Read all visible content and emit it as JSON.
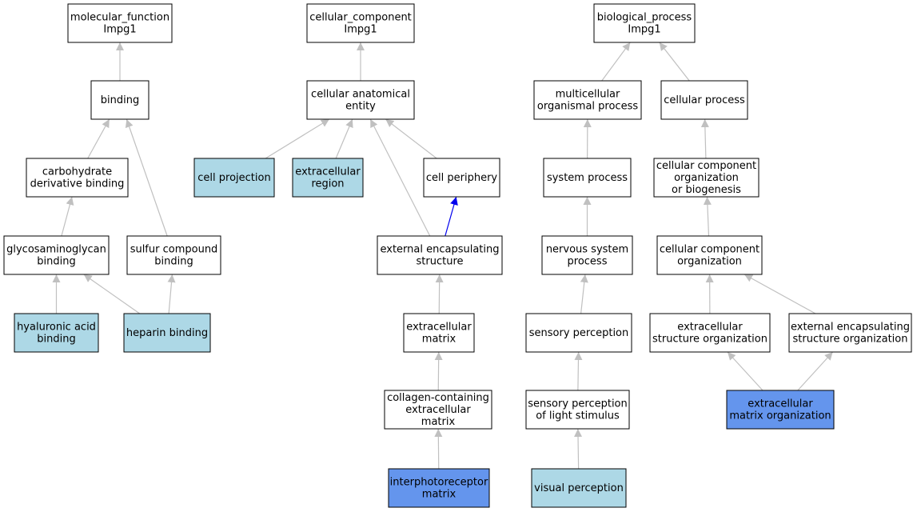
{
  "colors": {
    "plain": "#ffffff",
    "annotated": "#add8e6",
    "focus": "#6495ed",
    "edge_default": "#c0c0c0",
    "edge_highlight": "#0000ee"
  },
  "nodes": [
    {
      "id": "mf",
      "lines": [
        "molecular_function",
        "Impg1"
      ],
      "fill": "plain"
    },
    {
      "id": "binding",
      "lines": [
        "binding"
      ],
      "fill": "plain"
    },
    {
      "id": "carb",
      "lines": [
        "carbohydrate",
        "derivative binding"
      ],
      "fill": "plain"
    },
    {
      "id": "gag",
      "lines": [
        "glycosaminoglycan",
        "binding"
      ],
      "fill": "plain"
    },
    {
      "id": "sulfur",
      "lines": [
        "sulfur compound",
        "binding"
      ],
      "fill": "plain"
    },
    {
      "id": "hyal",
      "lines": [
        "hyaluronic acid",
        "binding"
      ],
      "fill": "annotated"
    },
    {
      "id": "heparin",
      "lines": [
        "heparin binding"
      ],
      "fill": "annotated"
    },
    {
      "id": "cc",
      "lines": [
        "cellular_component",
        "Impg1"
      ],
      "fill": "plain"
    },
    {
      "id": "cae",
      "lines": [
        "cellular anatomical",
        "entity"
      ],
      "fill": "plain"
    },
    {
      "id": "cellproj",
      "lines": [
        "cell projection"
      ],
      "fill": "annotated"
    },
    {
      "id": "ecr",
      "lines": [
        "extracellular",
        "region"
      ],
      "fill": "annotated"
    },
    {
      "id": "cellper",
      "lines": [
        "cell periphery"
      ],
      "fill": "plain"
    },
    {
      "id": "ext_enc",
      "lines": [
        "external encapsulating",
        "structure"
      ],
      "fill": "plain"
    },
    {
      "id": "ecm",
      "lines": [
        "extracellular",
        "matrix"
      ],
      "fill": "plain"
    },
    {
      "id": "coll",
      "lines": [
        "collagen-containing",
        "extracellular",
        "matrix"
      ],
      "fill": "plain"
    },
    {
      "id": "ipm",
      "lines": [
        "interphotoreceptor",
        "matrix"
      ],
      "fill": "focus"
    },
    {
      "id": "bp",
      "lines": [
        "biological_process",
        "Impg1"
      ],
      "fill": "plain"
    },
    {
      "id": "mop",
      "lines": [
        "multicellular",
        "organismal process"
      ],
      "fill": "plain"
    },
    {
      "id": "cp",
      "lines": [
        "cellular process"
      ],
      "fill": "plain"
    },
    {
      "id": "sysp",
      "lines": [
        "system process"
      ],
      "fill": "plain"
    },
    {
      "id": "ccob",
      "lines": [
        "cellular component",
        "organization",
        "or biogenesis"
      ],
      "fill": "plain"
    },
    {
      "id": "nsp",
      "lines": [
        "nervous system",
        "process"
      ],
      "fill": "plain"
    },
    {
      "id": "cco",
      "lines": [
        "cellular component",
        "organization"
      ],
      "fill": "plain"
    },
    {
      "id": "sensp",
      "lines": [
        "sensory perception"
      ],
      "fill": "plain"
    },
    {
      "id": "ecso",
      "lines": [
        "extracellular",
        "structure organization"
      ],
      "fill": "plain"
    },
    {
      "id": "eeso",
      "lines": [
        "external encapsulating",
        "structure organization"
      ],
      "fill": "plain"
    },
    {
      "id": "splight",
      "lines": [
        "sensory perception",
        "of light stimulus"
      ],
      "fill": "plain"
    },
    {
      "id": "ecmo",
      "lines": [
        "extracellular",
        "matrix organization"
      ],
      "fill": "focus"
    },
    {
      "id": "visp",
      "lines": [
        "visual perception"
      ],
      "fill": "annotated"
    }
  ],
  "edges": [
    {
      "from": "binding",
      "to": "mf"
    },
    {
      "from": "carb",
      "to": "binding"
    },
    {
      "from": "sulfur",
      "to": "binding"
    },
    {
      "from": "gag",
      "to": "carb"
    },
    {
      "from": "hyal",
      "to": "gag"
    },
    {
      "from": "heparin",
      "to": "gag"
    },
    {
      "from": "heparin",
      "to": "sulfur"
    },
    {
      "from": "cae",
      "to": "cc"
    },
    {
      "from": "cellproj",
      "to": "cae"
    },
    {
      "from": "ecr",
      "to": "cae"
    },
    {
      "from": "cellper",
      "to": "cae"
    },
    {
      "from": "ext_enc",
      "to": "cae"
    },
    {
      "from": "ext_enc",
      "to": "cellper",
      "highlight": true
    },
    {
      "from": "ecm",
      "to": "ext_enc"
    },
    {
      "from": "coll",
      "to": "ecm"
    },
    {
      "from": "ipm",
      "to": "coll"
    },
    {
      "from": "mop",
      "to": "bp"
    },
    {
      "from": "cp",
      "to": "bp"
    },
    {
      "from": "sysp",
      "to": "mop"
    },
    {
      "from": "ccob",
      "to": "cp"
    },
    {
      "from": "nsp",
      "to": "sysp"
    },
    {
      "from": "cco",
      "to": "ccob"
    },
    {
      "from": "sensp",
      "to": "nsp"
    },
    {
      "from": "ecso",
      "to": "cco"
    },
    {
      "from": "eeso",
      "to": "cco"
    },
    {
      "from": "splight",
      "to": "sensp"
    },
    {
      "from": "ecmo",
      "to": "ecso"
    },
    {
      "from": "ecmo",
      "to": "eeso"
    },
    {
      "from": "visp",
      "to": "splight"
    }
  ]
}
